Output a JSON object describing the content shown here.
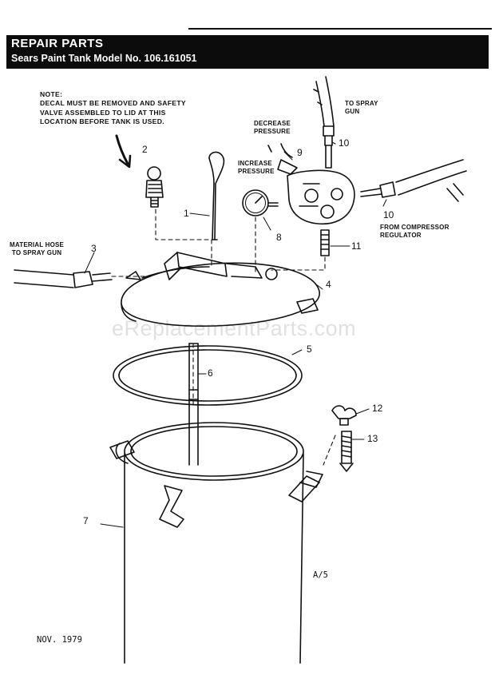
{
  "header": {
    "title": "REPAIR PARTS",
    "subtitle": "Sears Paint Tank Model No. 106.161051"
  },
  "note": {
    "line1": "NOTE:",
    "line2": "DECAL MUST BE REMOVED AND SAFETY",
    "line3": "VALVE ASSEMBLED TO LID AT THIS",
    "line4": "LOCATION BEFORE TANK IS USED."
  },
  "labels": {
    "to_spray_gun_1": "TO SPRAY",
    "to_spray_gun_2": "GUN",
    "decrease_1": "DECREASE",
    "decrease_2": "PRESSURE",
    "increase_1": "INCREASE",
    "increase_2": "PRESSURE",
    "compressor_1": "FROM COMPRESSOR",
    "compressor_2": "REGULATOR",
    "hose_1": "MATERIAL HOSE",
    "hose_2": "TO SPRAY GUN"
  },
  "callouts": {
    "p1": "1",
    "p2": "2",
    "p3": "3",
    "p4": "4",
    "p5": "5",
    "p6": "6",
    "p7": "7",
    "p8": "8",
    "p9": "9",
    "p10a": "10",
    "p10b": "10",
    "p11": "11",
    "p12": "12",
    "p13": "13"
  },
  "footer": {
    "date": "NOV. 1979",
    "code": "A/5"
  },
  "watermark": "eReplacementParts.com"
}
